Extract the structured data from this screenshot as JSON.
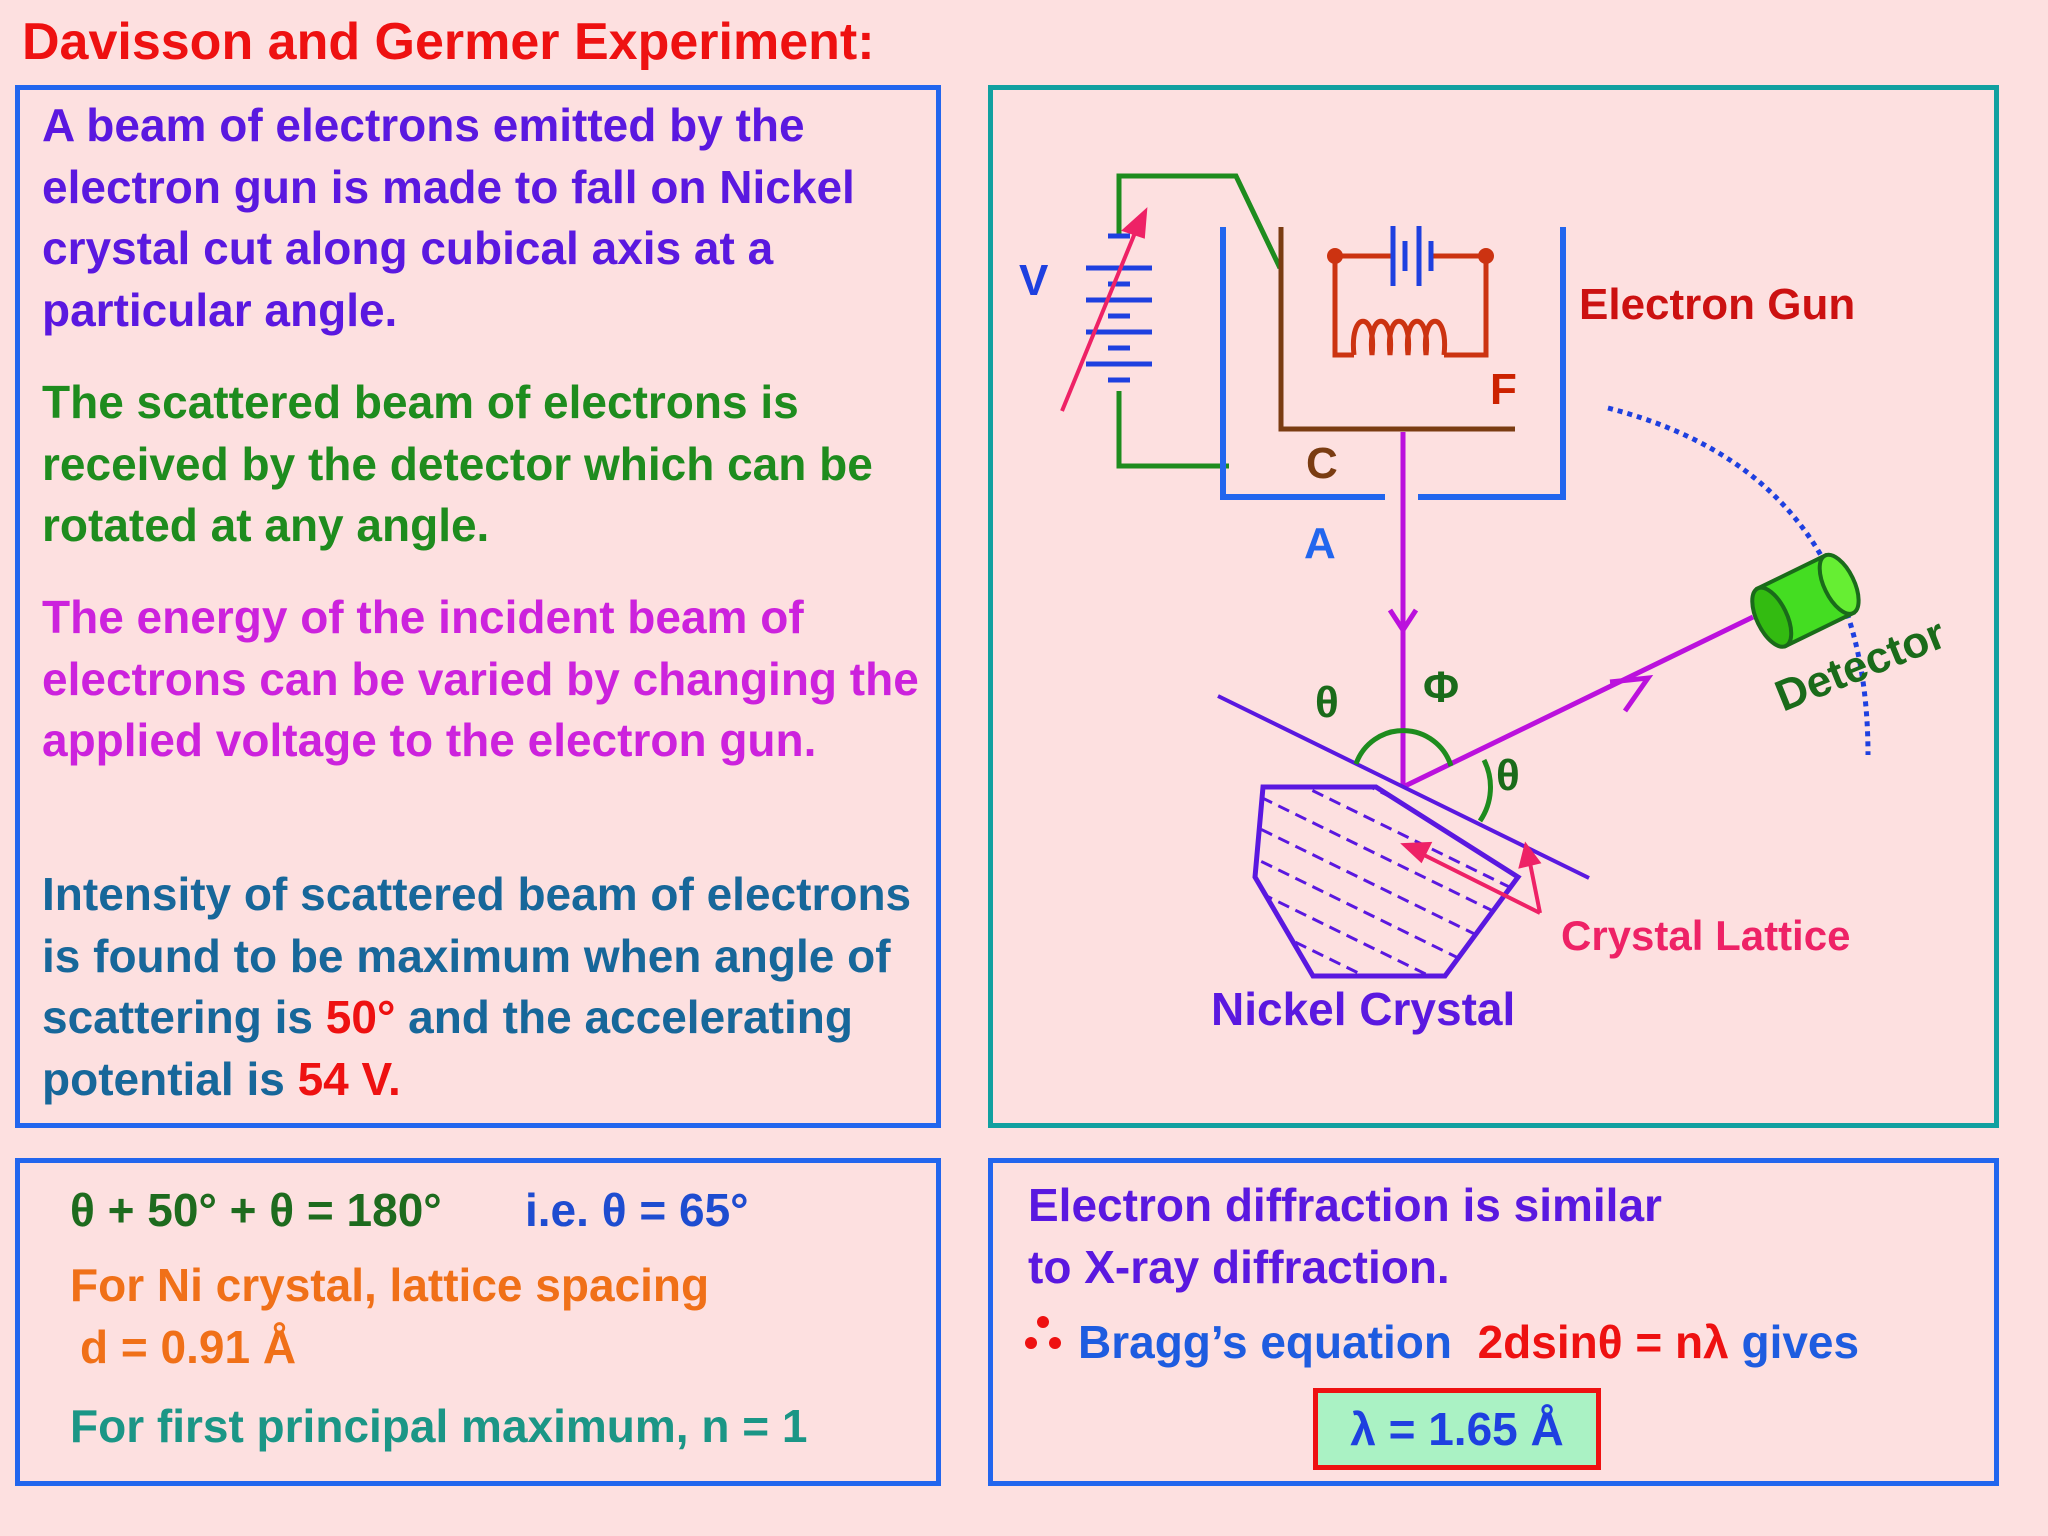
{
  "title": "Davisson and Germer Experiment:",
  "paragraphs": {
    "p1": "A beam of electrons emitted by the electron gun is made to fall on Nickel crystal cut along cubical axis at a particular angle.",
    "p2": "The scattered beam of electrons is received by the detector which can be rotated at any angle.",
    "p3": "The energy of the incident beam of electrons can be varied by changing the applied voltage to the electron gun.",
    "p4_a": "Intensity of scattered beam of electrons is found to be maximum when angle of scattering is ",
    "p4_b": "50°",
    "p4_c": " and the accelerating potential is ",
    "p4_d": "54 V."
  },
  "diagram": {
    "label_v": "V",
    "label_c": "C",
    "label_a": "A",
    "label_f": "F",
    "label_electron_gun": "Electron Gun",
    "label_detector": "Detector",
    "label_theta_left": "θ",
    "label_phi": "Φ",
    "label_theta_right": "θ",
    "label_crystal_lattice": "Crystal Lattice",
    "label_nickel_crystal": "Nickel Crystal"
  },
  "bottom_left": {
    "eq1": "θ + 50° + θ = 180°",
    "eq2": "i.e.   θ = 65°",
    "line2": "For Ni crystal, lattice spacing",
    "line3": "d = 0.91 Å",
    "line4": "For first principal maximum, n = 1"
  },
  "bottom_right": {
    "line1": "Electron diffraction is similar",
    "line2": "to X-ray diffraction.",
    "bragg_text": "Bragg’s equation",
    "bragg_eq": "2dsinθ = nλ",
    "gives": "gives",
    "result": "λ = 1.65 Å"
  },
  "colors": {
    "background": "#fde0e0",
    "title": "#ee1111",
    "blue_border": "#2266ee",
    "teal_border": "#11a0a0"
  }
}
